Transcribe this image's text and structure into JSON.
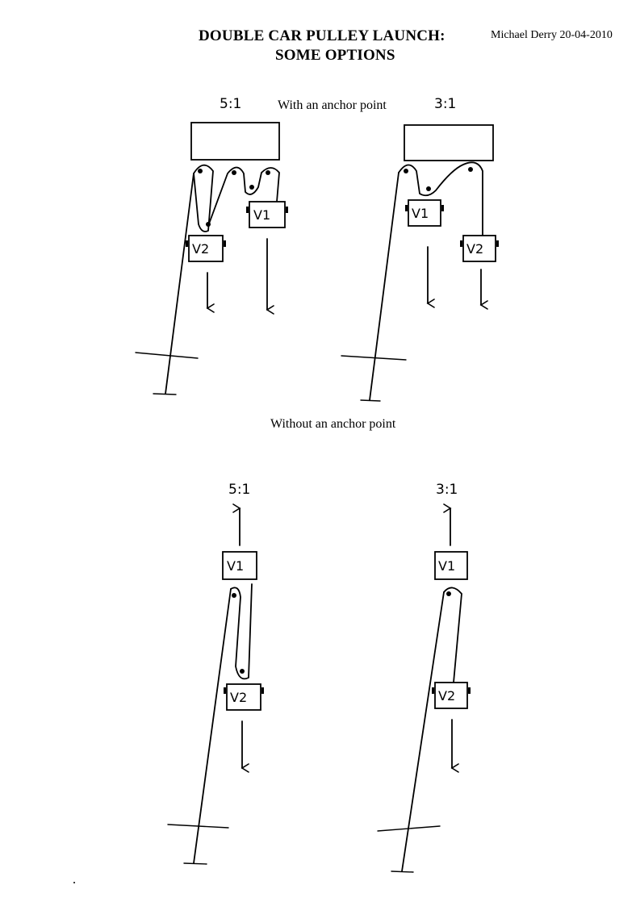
{
  "header": {
    "title_line1": "DOUBLE CAR PULLEY LAUNCH:",
    "title_line2": "SOME OPTIONS",
    "author_date": "Michael Derry 20-04-2010"
  },
  "sections": {
    "with_anchor": "With an anchor point",
    "without_anchor": "Without an anchor point"
  },
  "diagrams": {
    "anchored_5to1": {
      "ratio": "5:1",
      "vehicle1": "V1",
      "vehicle2": "V2"
    },
    "anchored_3to1": {
      "ratio": "3:1",
      "vehicle1": "V1",
      "vehicle2": "V2"
    },
    "free_5to1": {
      "ratio": "5:1",
      "vehicle1": "V1",
      "vehicle2": "V2"
    },
    "free_3to1": {
      "ratio": "3:1",
      "vehicle1": "V1",
      "vehicle2": "V2"
    }
  }
}
